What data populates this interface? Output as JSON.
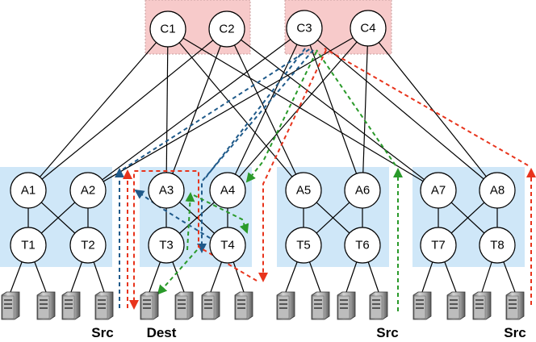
{
  "core_switches": [
    {
      "id": "C1",
      "label": "C1"
    },
    {
      "id": "C2",
      "label": "C2"
    },
    {
      "id": "C3",
      "label": "C3"
    },
    {
      "id": "C4",
      "label": "C4"
    }
  ],
  "pods": [
    {
      "aggregation": [
        {
          "label": "A1"
        },
        {
          "label": "A2"
        }
      ],
      "tor": [
        {
          "label": "T1"
        },
        {
          "label": "T2"
        }
      ]
    },
    {
      "aggregation": [
        {
          "label": "A3"
        },
        {
          "label": "A4"
        }
      ],
      "tor": [
        {
          "label": "T3"
        },
        {
          "label": "T4"
        }
      ]
    },
    {
      "aggregation": [
        {
          "label": "A5"
        },
        {
          "label": "A6"
        }
      ],
      "tor": [
        {
          "label": "T5"
        },
        {
          "label": "T6"
        }
      ]
    },
    {
      "aggregation": [
        {
          "label": "A7"
        },
        {
          "label": "A8"
        }
      ],
      "tor": [
        {
          "label": "T7"
        },
        {
          "label": "T8"
        }
      ]
    }
  ],
  "host_labels": {
    "src_pod1": "Src",
    "dest_pod2": "Dest",
    "src_pod3": "Src",
    "src_pod4": "Src"
  },
  "colors": {
    "core_group_fill": "#f7caca",
    "core_group_border": "#c8a0a0",
    "pod_fill": "#cfe7f8",
    "flow_blue": "#1f5a8a",
    "flow_green": "#2a9a2a",
    "flow_red": "#e8341c"
  },
  "icons": {
    "host": "server-tower-icon"
  }
}
